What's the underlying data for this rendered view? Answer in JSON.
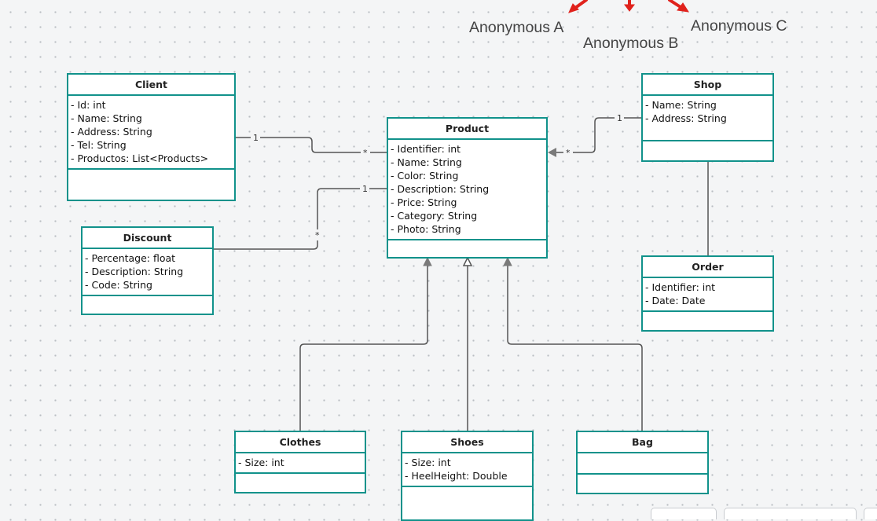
{
  "people": [
    "Anonymous A",
    "Anonymous B",
    "Anonymous C"
  ],
  "classes": {
    "client": {
      "name": "Client",
      "attributes": [
        "- Id: int",
        "- Name: String",
        "- Address: String",
        "- Tel: String",
        "- Productos: List<Products>"
      ]
    },
    "product": {
      "name": "Product",
      "attributes": [
        "- Identifier: int",
        "- Name: String",
        "- Color: String",
        "- Description: String",
        "- Price: String",
        "- Category: String",
        "- Photo: String"
      ]
    },
    "shop": {
      "name": "Shop",
      "attributes": [
        "- Name: String",
        "- Address: String"
      ]
    },
    "discount": {
      "name": "Discount",
      "attributes": [
        "- Percentage: float",
        "- Description: String",
        "- Code: String"
      ]
    },
    "order": {
      "name": "Order",
      "attributes": [
        "- Identifier: int",
        "- Date: Date"
      ]
    },
    "clothes": {
      "name": "Clothes",
      "attributes": [
        "-  Size: int"
      ]
    },
    "shoes": {
      "name": "Shoes",
      "attributes": [
        "- Size: int",
        "- HeelHeight: Double"
      ]
    },
    "bag": {
      "name": "Bag",
      "attributes": []
    }
  },
  "multiplicities": {
    "client_product": [
      "1",
      "*"
    ],
    "shop_product": [
      "1",
      "*"
    ],
    "discount_product": [
      "*",
      "1"
    ]
  },
  "colors": {
    "class_border": "#11928b",
    "connector": "#555555",
    "annotation_arrow": "#e0221c"
  }
}
